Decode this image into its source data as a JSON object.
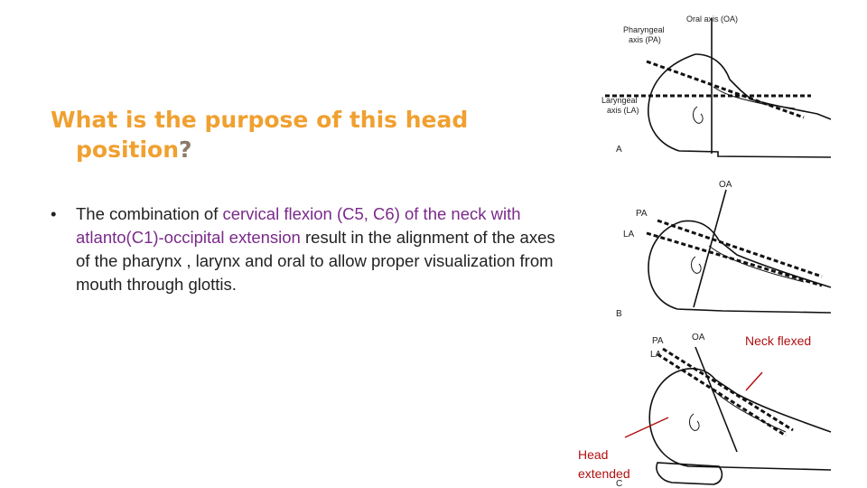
{
  "slide": {
    "title": {
      "line1": "What is the purpose of this head",
      "line2": "position",
      "mark": "?"
    },
    "bullet": {
      "symbol": "•",
      "text_before": "The combination of ",
      "highlight": "cervical flexion (C5, C6) of the neck with atlanto(C1)-occipital extension",
      "text_after": " result in the alignment of the axes of the pharynx , larynx and oral to allow proper visualization from mouth through glottis."
    }
  },
  "figure": {
    "panel_a": {
      "oral_axis": "Oral axis (OA)",
      "pharyngeal_axis_1": "Pharyngeal",
      "pharyngeal_axis_2": "axis (PA)",
      "laryngeal_axis_1": "Laryngeal",
      "laryngeal_axis_2": "axis (LA)",
      "letter": "A"
    },
    "panel_b": {
      "oa": "OA",
      "pa": "PA",
      "la": "LA",
      "letter": "B"
    },
    "panel_c": {
      "pa": "PA",
      "oa": "OA",
      "la": "LA",
      "letter": "C",
      "neck_flexed": "Neck flexed",
      "head_extended_1": "Head",
      "head_extended_2": "extended"
    },
    "annotation_color": "#b01010"
  }
}
